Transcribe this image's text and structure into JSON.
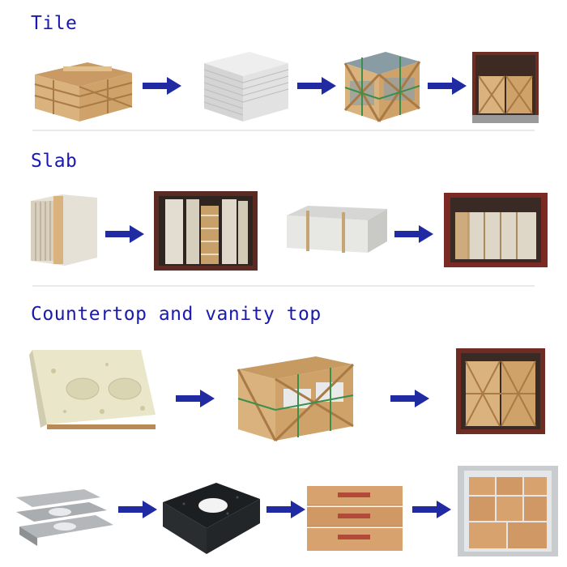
{
  "sections": {
    "tile": {
      "title": "Tile"
    },
    "slab": {
      "title": "Slab"
    },
    "countertop": {
      "title": "Countertop and vanity top"
    }
  },
  "colors": {
    "heading": "#1a1ab0",
    "arrow": "#1f2aa3",
    "wood": "#d9b27e",
    "wood_dark": "#a97a45",
    "strap": "#3a8f4a",
    "container": "#6e2c22",
    "carton": "#d8a26e"
  },
  "icons": [
    "arrow-right-icon"
  ]
}
